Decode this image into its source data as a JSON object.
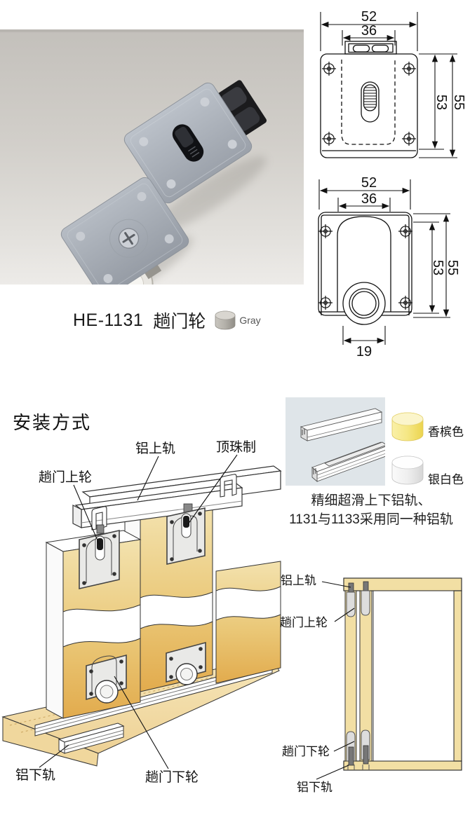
{
  "product": {
    "model": "HE-1131",
    "name": "趟门轮",
    "finish_label": "Gray",
    "finish_hex": "#a8a59e"
  },
  "dimensions_top_view": {
    "outer_width": "52",
    "inner_width": "36",
    "body_height": "53",
    "total_height": "55"
  },
  "dimensions_front_view": {
    "outer_width": "52",
    "inner_width": "36",
    "body_height": "53",
    "total_height": "55",
    "wheel_width": "19"
  },
  "installation": {
    "heading": "安装方式",
    "label_top_track": "铝上轨",
    "label_top_ball": "顶珠制",
    "label_top_roller": "趟门上轮",
    "label_bottom_track": "铝下轨",
    "label_bottom_roller": "趟门下轮"
  },
  "rail": {
    "swatches": [
      {
        "label": "香槟色",
        "hex": "#F3E372"
      },
      {
        "label": "银白色",
        "hex": "#EDEDED"
      }
    ],
    "desc_line1": "精细超滑上下铝轨、",
    "desc_line2": "1131与1133采用同一种铝轨"
  },
  "section_view": {
    "label_top_track": "铝上轨",
    "label_top_roller": "趟门上轮",
    "label_bottom_roller": "趟门下轮",
    "label_bottom_track": "铝下轨"
  },
  "colors": {
    "door_gold": "#E6B95F",
    "wood": "#F2DFA4",
    "plate_gray": "#E9E9E7",
    "photo_plate": "#AEB4BC"
  }
}
